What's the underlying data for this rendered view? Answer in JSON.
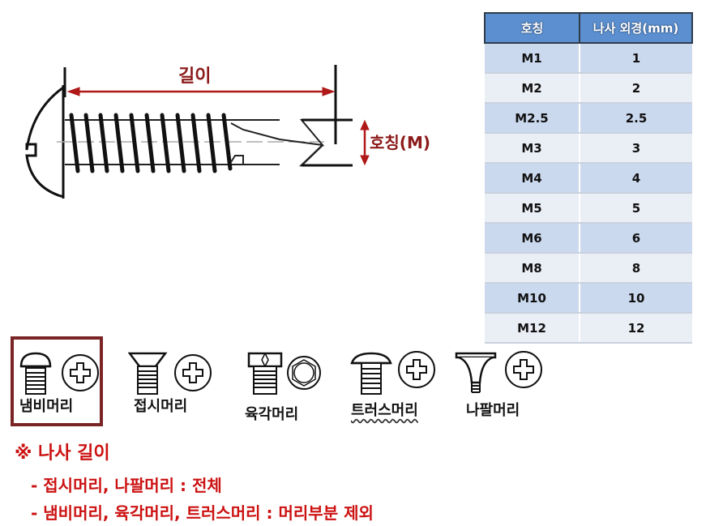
{
  "diagram": {
    "length_label": "길이",
    "diameter_label": "호칭(M)",
    "colors": {
      "annotation_red": "#8c1a1a",
      "note_red": "#cc1111",
      "table_header": "#5b8fcf",
      "selected_border": "#7a2426"
    }
  },
  "table": {
    "headers": [
      "호칭",
      "나사 외경(mm)"
    ],
    "rows": [
      [
        "M1",
        "1"
      ],
      [
        "M2",
        "2"
      ],
      [
        "M2.5",
        "2.5"
      ],
      [
        "M3",
        "3"
      ],
      [
        "M4",
        "4"
      ],
      [
        "M5",
        "5"
      ],
      [
        "M6",
        "6"
      ],
      [
        "M8",
        "8"
      ],
      [
        "M10",
        "10"
      ],
      [
        "M12",
        "12"
      ]
    ]
  },
  "head_types": [
    {
      "name": "냄비머리",
      "selected": true
    },
    {
      "name": "접시머리",
      "selected": false
    },
    {
      "name": "육각머리",
      "selected": false
    },
    {
      "name": "트러스머리",
      "selected": false
    },
    {
      "name": "나팔머리",
      "selected": false
    }
  ],
  "note": {
    "title": "※ 나사 길이",
    "lines": [
      "- 접시머리, 나팔머리 : 전체",
      "- 냄비머리, 육각머리, 트러스머리 : 머리부분 제외"
    ]
  }
}
